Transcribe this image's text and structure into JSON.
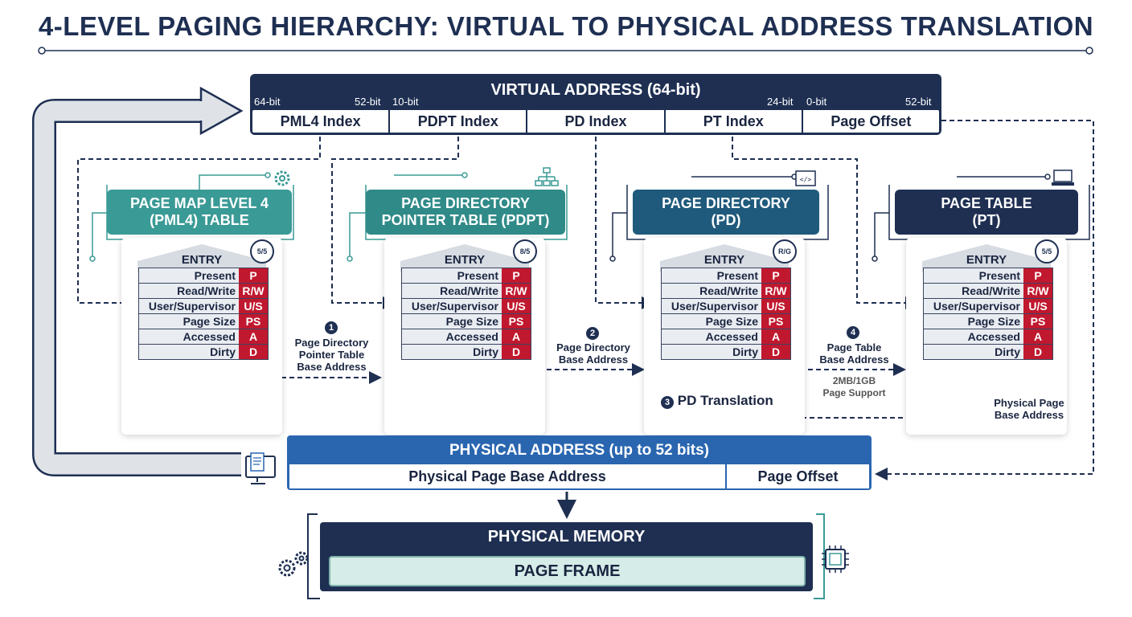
{
  "title": "4-LEVEL PAGING HIERARCHY: VIRTUAL TO PHYSICAL ADDRESS TRANSLATION",
  "virtual_address": {
    "title": "VIRTUAL ADDRESS (64-bit)",
    "bit_labels": [
      "64-bit",
      "52-bit",
      "10-bit",
      "24-bit",
      "0-bit",
      "52-bit"
    ],
    "fields": [
      "PML4 Index",
      "PDPT Index",
      "PD Index",
      "PT Index",
      "Page Offset"
    ]
  },
  "levels": [
    {
      "header": "PAGE MAP LEVEL 4\n(PML4) TABLE",
      "color": "#3a9a96",
      "badge": "5/5",
      "icon": "gears-icon"
    },
    {
      "header": "PAGE DIRECTORY\nPOINTER TABLE (PDPT)",
      "color": "#2f8a88",
      "badge": "8/5",
      "icon": "hierarchy-icon"
    },
    {
      "header": "PAGE DIRECTORY\n(PD)",
      "color": "#1f5a7c",
      "badge": "R/G",
      "icon": "code-window-icon"
    },
    {
      "header": "PAGE TABLE\n(PT)",
      "color": "#1e2f52",
      "badge": "5/5",
      "icon": "laptop-icon"
    }
  ],
  "entry": {
    "title": "ENTRY",
    "rows": [
      {
        "name": "Present",
        "flag": "P"
      },
      {
        "name": "Read/Write",
        "flag": "R/W"
      },
      {
        "name": "User/Supervisor",
        "flag": "U/S"
      },
      {
        "name": "Page Size",
        "flag": "PS"
      },
      {
        "name": "Accessed",
        "flag": "A"
      },
      {
        "name": "Dirty",
        "flag": "D"
      }
    ]
  },
  "steps": {
    "s1": {
      "num": "1",
      "label": "Page Directory\nPointer Table\nBase Address"
    },
    "s2": {
      "num": "2",
      "label": "Page Directory\nBase Address"
    },
    "s3": {
      "num": "3",
      "label": "PD Translation"
    },
    "s4": {
      "num": "4",
      "label": "Page Table\nBase Address"
    },
    "support": "2MB/1GB\nPage Support",
    "phys_base": "Physical Page\nBase Address"
  },
  "physical_address": {
    "title": "PHYSICAL ADDRESS (up to 52 bits)",
    "fields": [
      "Physical Page Base Address",
      "Page Offset"
    ]
  },
  "physical_memory": {
    "title": "PHYSICAL MEMORY",
    "frame": "PAGE FRAME"
  }
}
